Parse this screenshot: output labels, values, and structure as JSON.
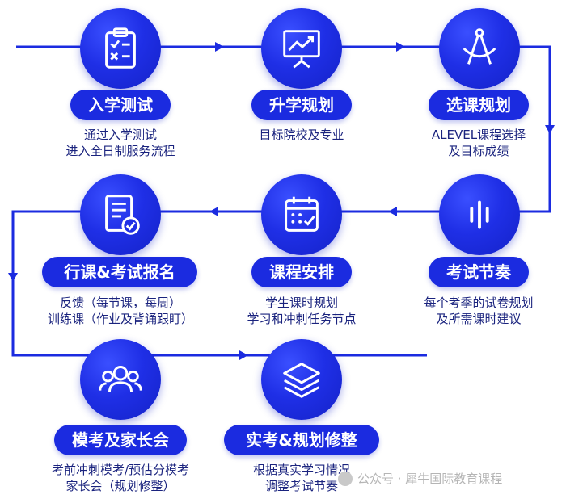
{
  "steps": [
    {
      "title": "入学测试",
      "desc": [
        "通过入学测试",
        "进入全日制服务流程"
      ]
    },
    {
      "title": "升学规划",
      "desc": [
        "目标院校及专业"
      ]
    },
    {
      "title": "选课规划",
      "desc": [
        "ALEVEL课程选择",
        "及目标成绩"
      ]
    },
    {
      "title": "考试节奏",
      "desc": [
        "每个考季的试卷规划",
        "及所需课时建议"
      ]
    },
    {
      "title": "课程安排",
      "desc": [
        "学生课时规划",
        "学习和冲刺任务节点"
      ]
    },
    {
      "title": "行课&考试报名",
      "desc": [
        "反馈（每节课，每周）",
        "训练课（作业及背诵跟盯）"
      ]
    },
    {
      "title": "模考及家长会",
      "desc": [
        "考前冲刺模考/预估分模考",
        "家长会（规划修整）"
      ]
    },
    {
      "title": "实考&规划修整",
      "desc": [
        "根据真实学习情况",
        "调整考试节奏"
      ]
    }
  ],
  "watermark": "公众号 · 犀牛国际教育课程",
  "colors": {
    "primary": "#1b2be0",
    "line": "#1b2be0",
    "text": "#1a237e"
  }
}
